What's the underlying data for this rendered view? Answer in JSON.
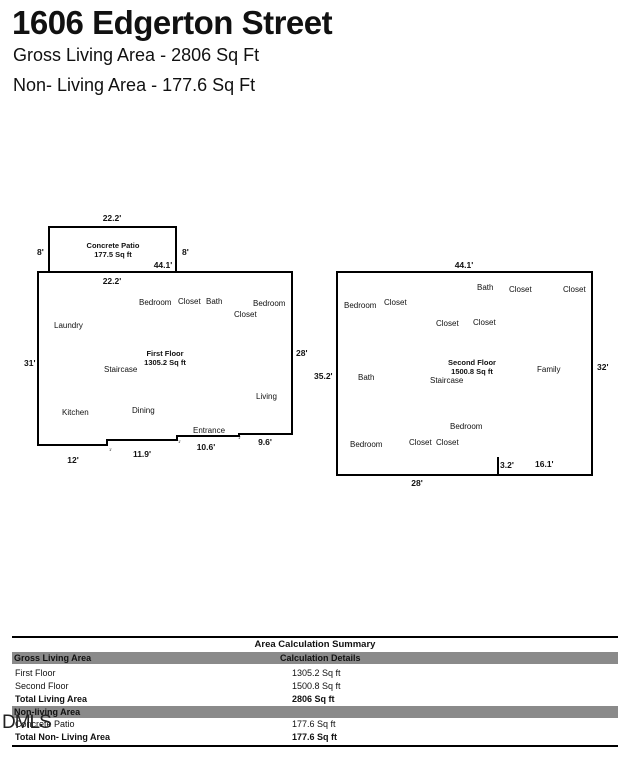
{
  "header": {
    "title": "1606 Edgerton Street",
    "gross": "Gross Living Area - 2806 Sq Ft",
    "nonliving": "Non- Living Area - 177.6 Sq Ft"
  },
  "patio": {
    "name": "Concrete Patio",
    "area": "177.5 Sq ft",
    "dims": {
      "top": "22.2'",
      "left": "8'",
      "right": "8'",
      "inner": "44.1'"
    }
  },
  "first_floor": {
    "name": "First Floor",
    "area": "1305.2 Sq ft",
    "dims": {
      "top": "22.2'",
      "left": "31'",
      "right": "28'",
      "b1": "12'",
      "b2": "11.9'",
      "b3": "10.6'",
      "b4": "9.6'",
      "s1": "1'",
      "s2": "1'",
      "s3": "1'"
    },
    "rooms": {
      "bedroom1": "Bedroom",
      "closet1": "Closet",
      "bath": "Bath",
      "bedroom2": "Bedroom",
      "closet2": "Closet",
      "laundry": "Laundry",
      "staircase": "Staircase",
      "living": "Living",
      "kitchen": "Kitchen",
      "dining": "Dining",
      "entrance": "Entrance"
    }
  },
  "second_floor": {
    "name": "Second Floor",
    "area": "1500.8 Sq ft",
    "dims": {
      "top": "44.1'",
      "left": "35.2'",
      "right": "32'",
      "bottom": "28'",
      "step": "3.2'",
      "br": "16.1'"
    },
    "rooms": {
      "bedroom1": "Bedroom",
      "closet1": "Closet",
      "bath1": "Bath",
      "closet2": "Closet",
      "closet3": "Closet",
      "closet4": "Closet",
      "closet5": "Closet",
      "bath2": "Bath",
      "staircase": "Staircase",
      "family": "Family",
      "bedroom2": "Bedroom",
      "bedroom3": "Bedroom",
      "closet6": "Closet",
      "closet7": "Closet"
    }
  },
  "summary": {
    "title": "Area Calculation Summary",
    "gla_header": "Gross Living Area",
    "calc_header": "Calculation Details",
    "rows": [
      {
        "label": "First Floor",
        "value": "1305.2 Sq ft"
      },
      {
        "label": "Second Floor",
        "value": "1500.8 Sq ft"
      }
    ],
    "total_living": {
      "label": "Total Living Area",
      "value": "2806 Sq ft"
    },
    "nla_header": "Non-living Area",
    "nla_rows": [
      {
        "label": "Concrete Patio",
        "value": "177.6 Sq ft"
      }
    ],
    "total_nonliving": {
      "label": "Total Non- Living Area",
      "value": "177.6 Sq ft"
    }
  },
  "watermark": "DMLS"
}
